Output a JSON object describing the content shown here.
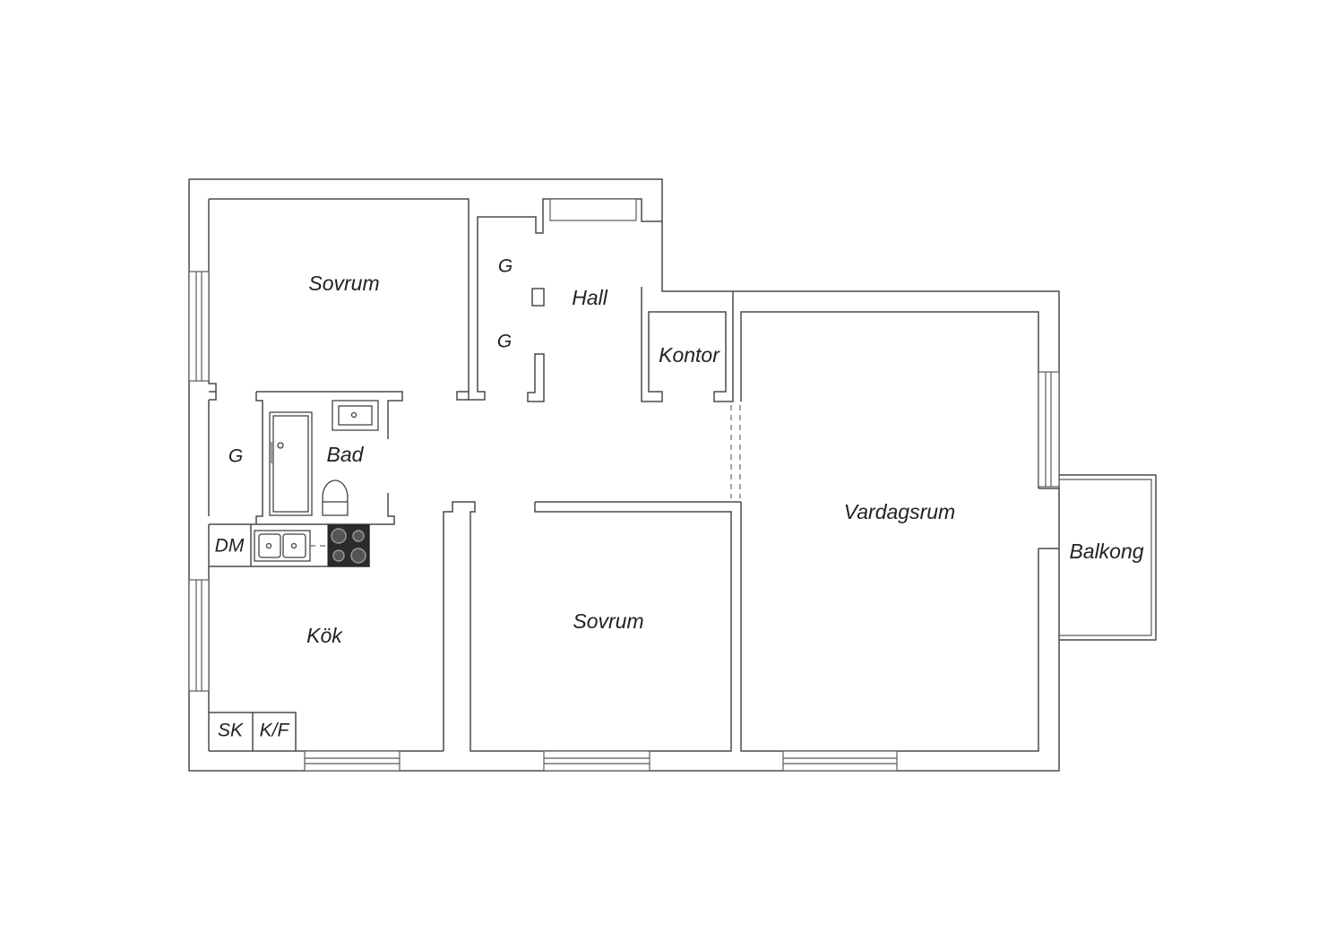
{
  "floorplan": {
    "rooms": {
      "sovrum_top": "Sovrum",
      "hall": "Hall",
      "kontor": "Kontor",
      "vardagsrum": "Vardagsrum",
      "balkong": "Balkong",
      "bad": "Bad",
      "kok": "Kök",
      "sovrum_bottom": "Sovrum"
    },
    "closets": {
      "hall_g1": "G",
      "hall_g2": "G",
      "side_g": "G"
    },
    "appliances": {
      "dm": "DM",
      "sk": "SK",
      "kf": "K/F"
    }
  }
}
